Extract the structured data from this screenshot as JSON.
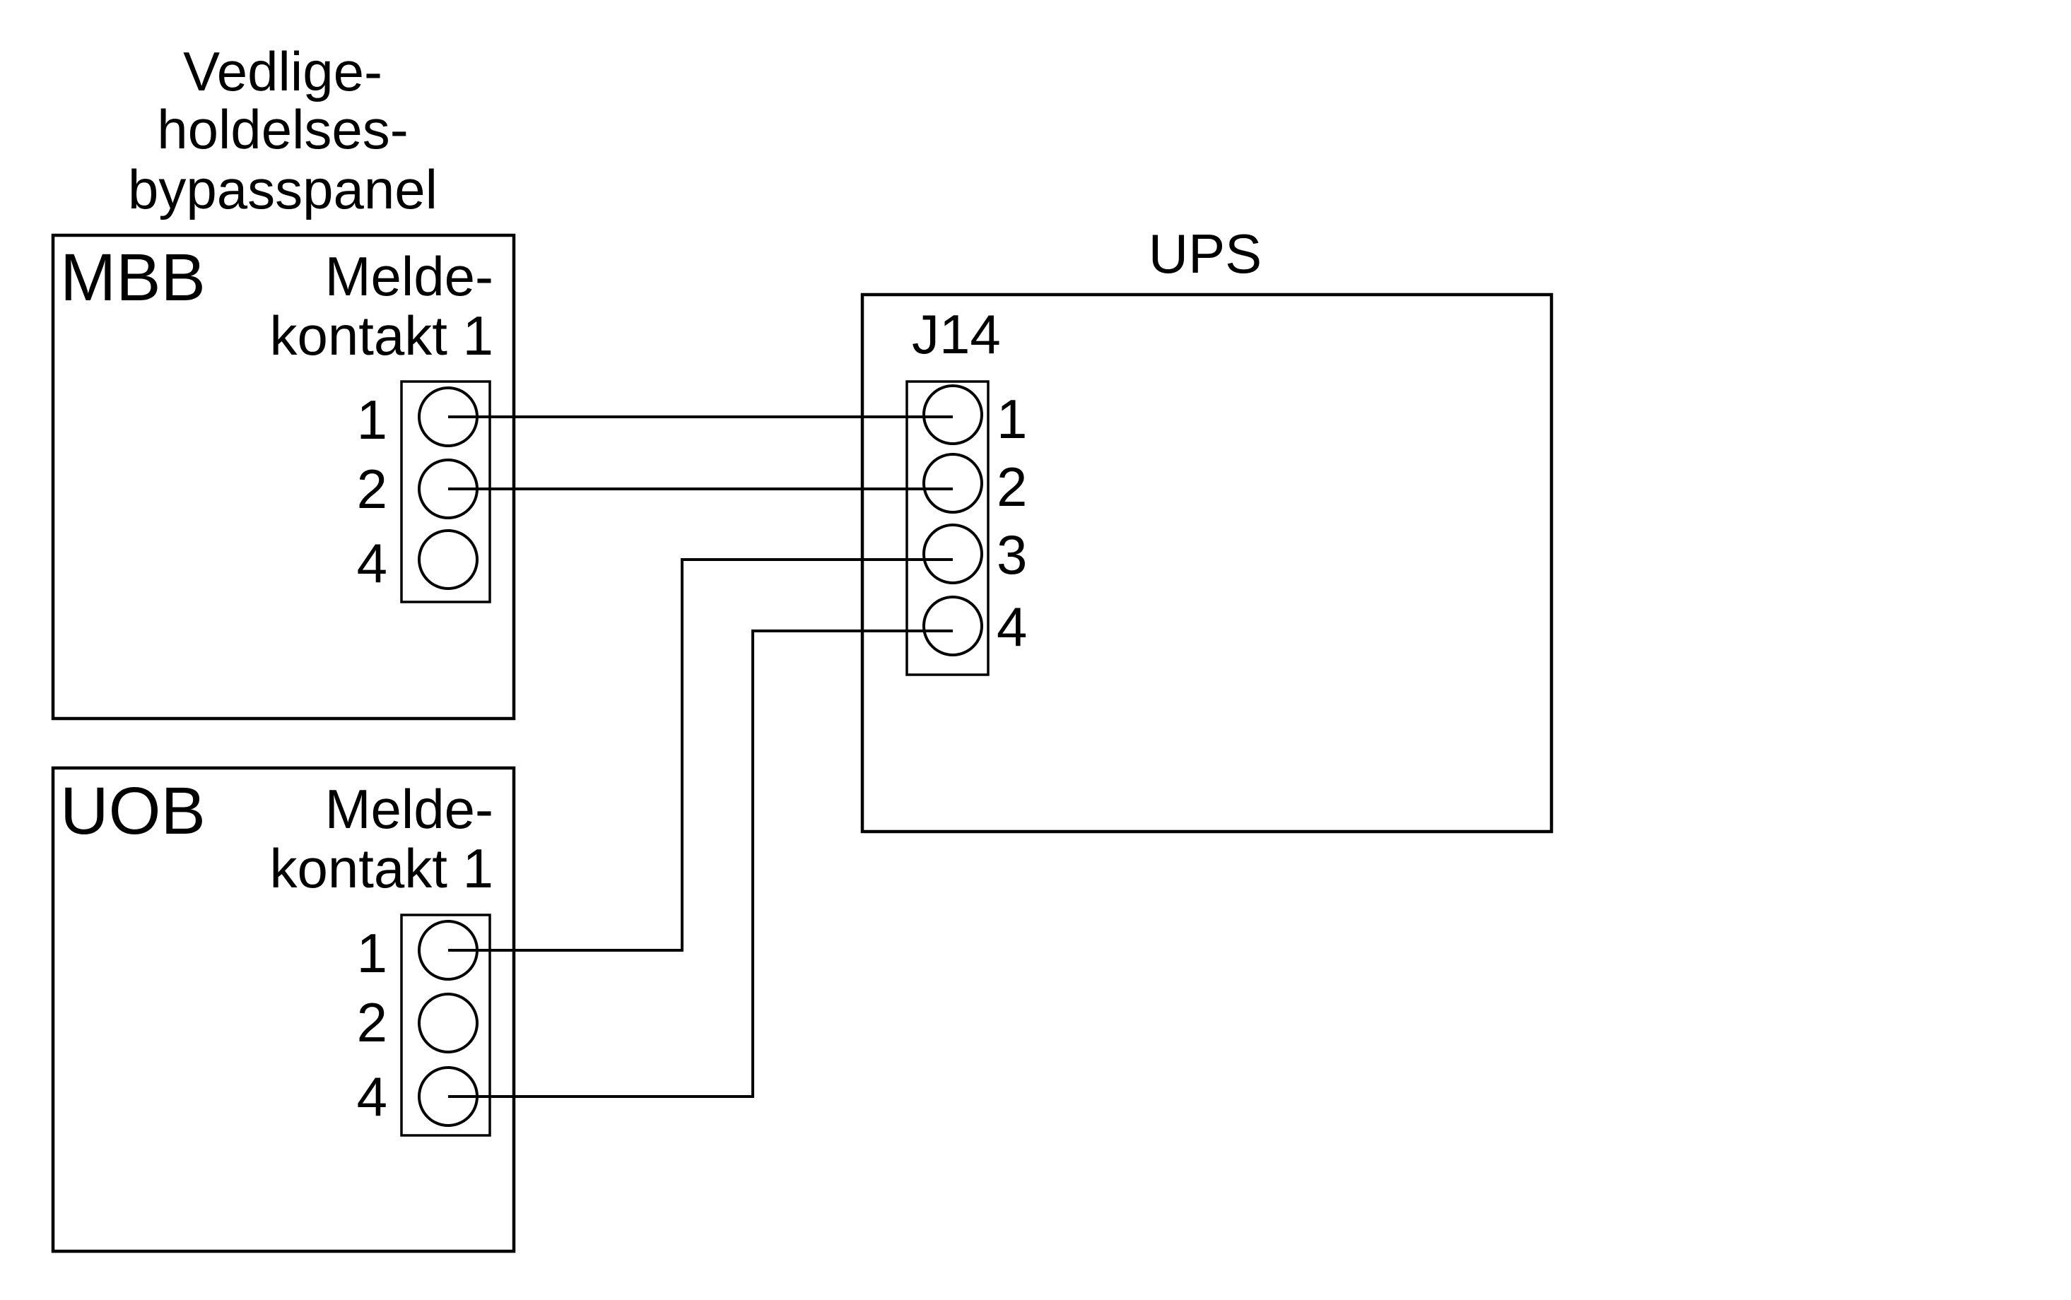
{
  "panel_title_lines": [
    "Vedlige-",
    "holdelses-",
    "bypasspanel"
  ],
  "mbb": {
    "label": "MBB",
    "contact_lines": [
      "Melde-",
      "kontakt 1"
    ],
    "pins": [
      "1",
      "2",
      "4"
    ]
  },
  "uob": {
    "label": "UOB",
    "contact_lines": [
      "Melde-",
      "kontakt 1"
    ],
    "pins": [
      "1",
      "2",
      "4"
    ]
  },
  "ups": {
    "label": "UPS",
    "connector": "J14",
    "pins": [
      "1",
      "2",
      "3",
      "4"
    ]
  },
  "connections": [
    {
      "from": "MBB 1",
      "to": "J14 1"
    },
    {
      "from": "MBB 2",
      "to": "J14 2"
    },
    {
      "from": "UOB 1",
      "to": "J14 3"
    },
    {
      "from": "UOB 4",
      "to": "J14 4"
    }
  ]
}
